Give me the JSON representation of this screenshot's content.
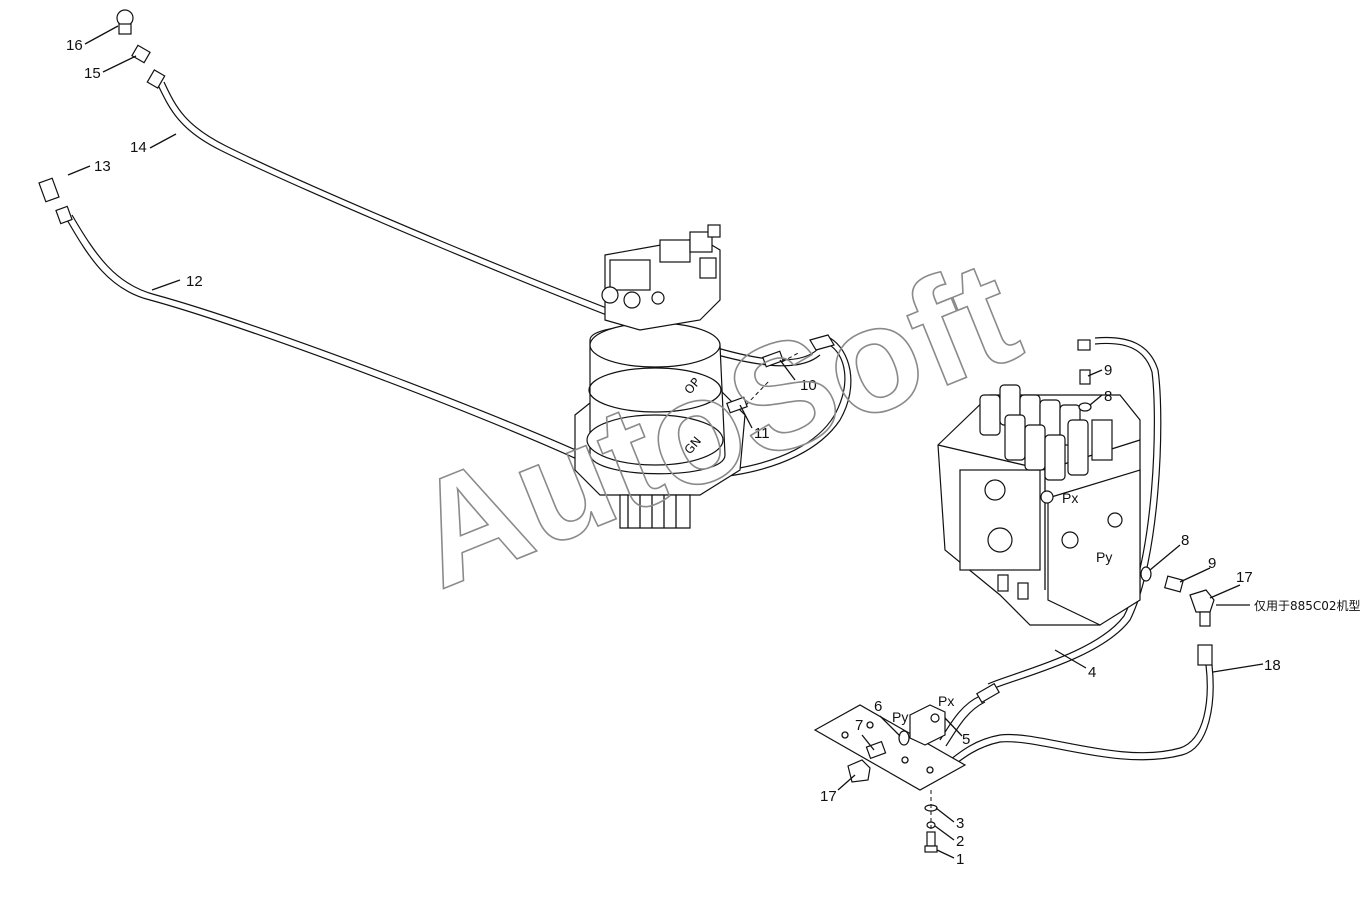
{
  "watermark": "AutoSoft",
  "callouts": {
    "c1": "1",
    "c2": "2",
    "c3": "3",
    "c4": "4",
    "c5": "5",
    "c6": "6",
    "c7": "7",
    "c8a": "8",
    "c8b": "8",
    "c9a": "9",
    "c9b": "9",
    "c10": "10",
    "c11": "11",
    "c12": "12",
    "c13": "13",
    "c14": "14",
    "c15": "15",
    "c16": "16",
    "c17a": "17",
    "c17b": "17",
    "c18": "18"
  },
  "port_labels": {
    "px_valve": "Px",
    "py_valve": "Py",
    "px_block": "Px",
    "py_block": "Py"
  },
  "note": "仅用于885C02机型"
}
